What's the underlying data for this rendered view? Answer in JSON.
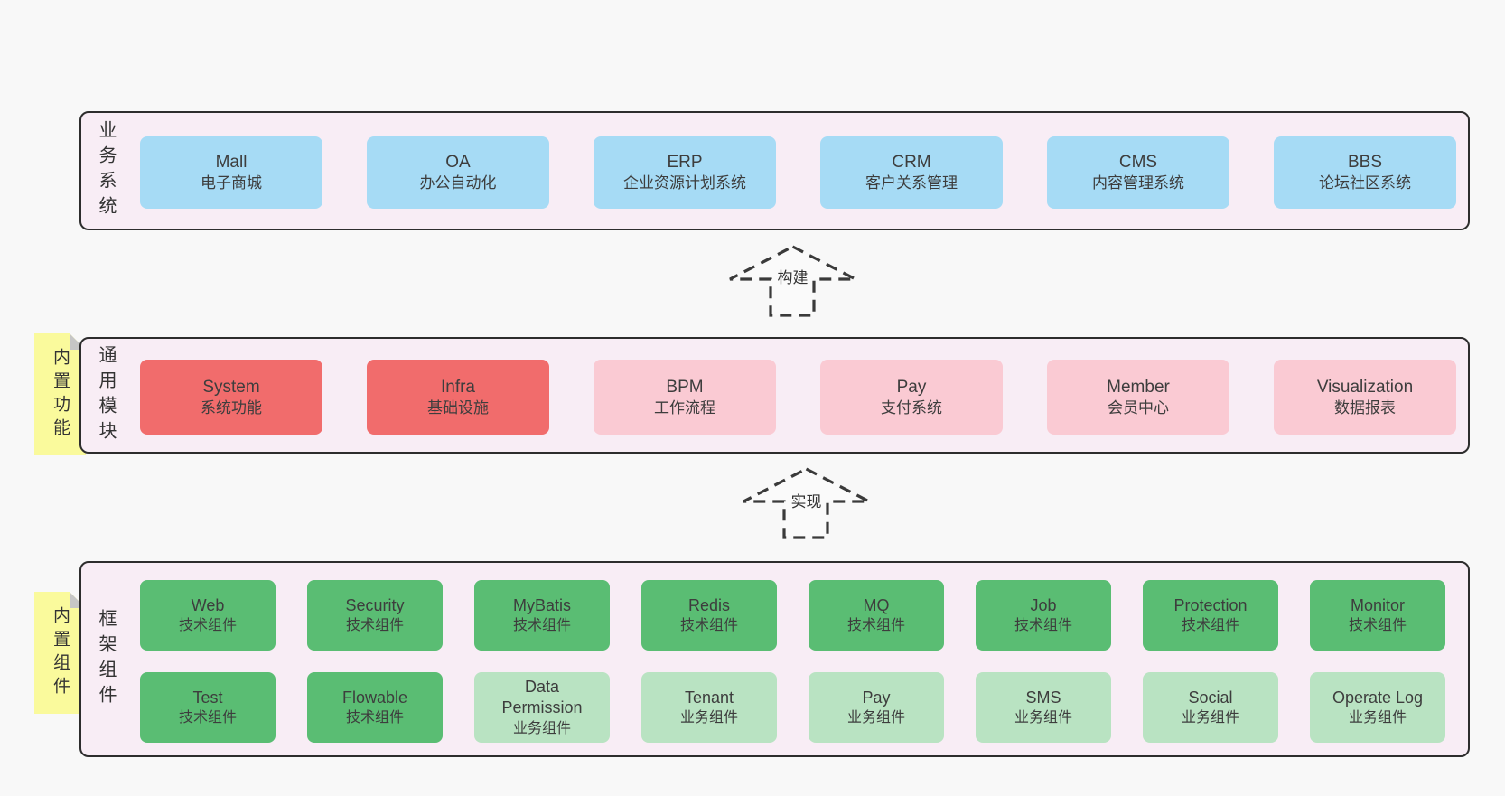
{
  "colors": {
    "page_bg": "#f8f8f8",
    "layer_bg": "#f8edf5",
    "layer_border": "#2d2d2d",
    "blue_box": "#a6dbf5",
    "red_box": "#f16c6c",
    "pink_box": "#facad3",
    "green_box": "#5abd73",
    "light_green_box": "#b9e3c2",
    "note_yellow": "#fafa9c",
    "note_fold": "#c6c6c6",
    "text": "#3d3d3d"
  },
  "arrows": [
    {
      "label": "构建"
    },
    {
      "label": "实现"
    }
  ],
  "notes": [
    {
      "label": "内置功能"
    },
    {
      "label": "内置组件"
    }
  ],
  "layers": [
    {
      "label": "业务系统",
      "boxes": [
        {
          "title": "Mall",
          "subtitle": "电子商城"
        },
        {
          "title": "OA",
          "subtitle": "办公自动化"
        },
        {
          "title": "ERP",
          "subtitle": "企业资源计划系统"
        },
        {
          "title": "CRM",
          "subtitle": "客户关系管理"
        },
        {
          "title": "CMS",
          "subtitle": "内容管理系统"
        },
        {
          "title": "BBS",
          "subtitle": "论坛社区系统"
        }
      ]
    },
    {
      "label": "通用模块",
      "boxes": [
        {
          "title": "System",
          "subtitle": "系统功能",
          "variant": "red"
        },
        {
          "title": "Infra",
          "subtitle": "基础设施",
          "variant": "red"
        },
        {
          "title": "BPM",
          "subtitle": "工作流程",
          "variant": "pink"
        },
        {
          "title": "Pay",
          "subtitle": "支付系统",
          "variant": "pink"
        },
        {
          "title": "Member",
          "subtitle": "会员中心",
          "variant": "pink"
        },
        {
          "title": "Visualization",
          "subtitle": "数据报表",
          "variant": "pink"
        }
      ]
    },
    {
      "label": "框架组件",
      "rows": [
        [
          {
            "title": "Web",
            "subtitle": "技术组件"
          },
          {
            "title": "Security",
            "subtitle": "技术组件"
          },
          {
            "title": "MyBatis",
            "subtitle": "技术组件"
          },
          {
            "title": "Redis",
            "subtitle": "技术组件"
          },
          {
            "title": "MQ",
            "subtitle": "技术组件"
          },
          {
            "title": "Job",
            "subtitle": "技术组件"
          },
          {
            "title": "Protection",
            "subtitle": "技术组件"
          },
          {
            "title": "Monitor",
            "subtitle": "技术组件"
          }
        ],
        [
          {
            "title": "Test",
            "subtitle": "技术组件"
          },
          {
            "title": "Flowable",
            "subtitle": "技术组件"
          },
          {
            "title": "Data Permission",
            "subtitle": "业务组件"
          },
          {
            "title": "Tenant",
            "subtitle": "业务组件"
          },
          {
            "title": "Pay",
            "subtitle": "业务组件"
          },
          {
            "title": "SMS",
            "subtitle": "业务组件"
          },
          {
            "title": "Social",
            "subtitle": "业务组件"
          },
          {
            "title": "Operate Log",
            "subtitle": "业务组件"
          }
        ]
      ]
    }
  ]
}
